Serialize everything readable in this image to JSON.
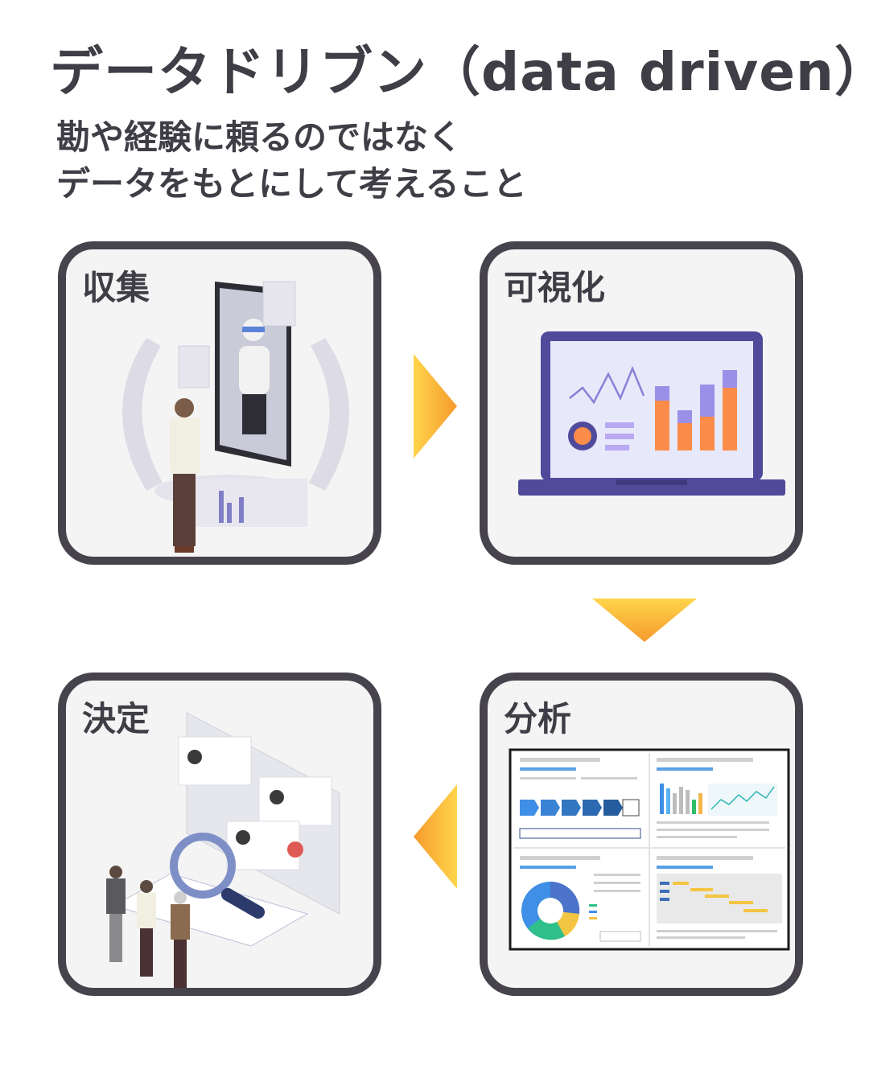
{
  "title": "データドリブン（data driven）",
  "subtitle": {
    "line1": "勘や経験に頼るのではなく",
    "line2": "データをもとにして考えること"
  },
  "steps": {
    "collect": "収集",
    "visualize": "可視化",
    "analyze": "分析",
    "decide": "決定"
  },
  "colors": {
    "frame": "#46434d",
    "card_bg": "#f4f4f4",
    "arrow_light": "#ffd54a",
    "arrow_dark": "#f59a2e",
    "laptop": "#4f4a9a",
    "bar_orange": "#fb8c4a",
    "bar_purple": "#9c8fe8"
  }
}
